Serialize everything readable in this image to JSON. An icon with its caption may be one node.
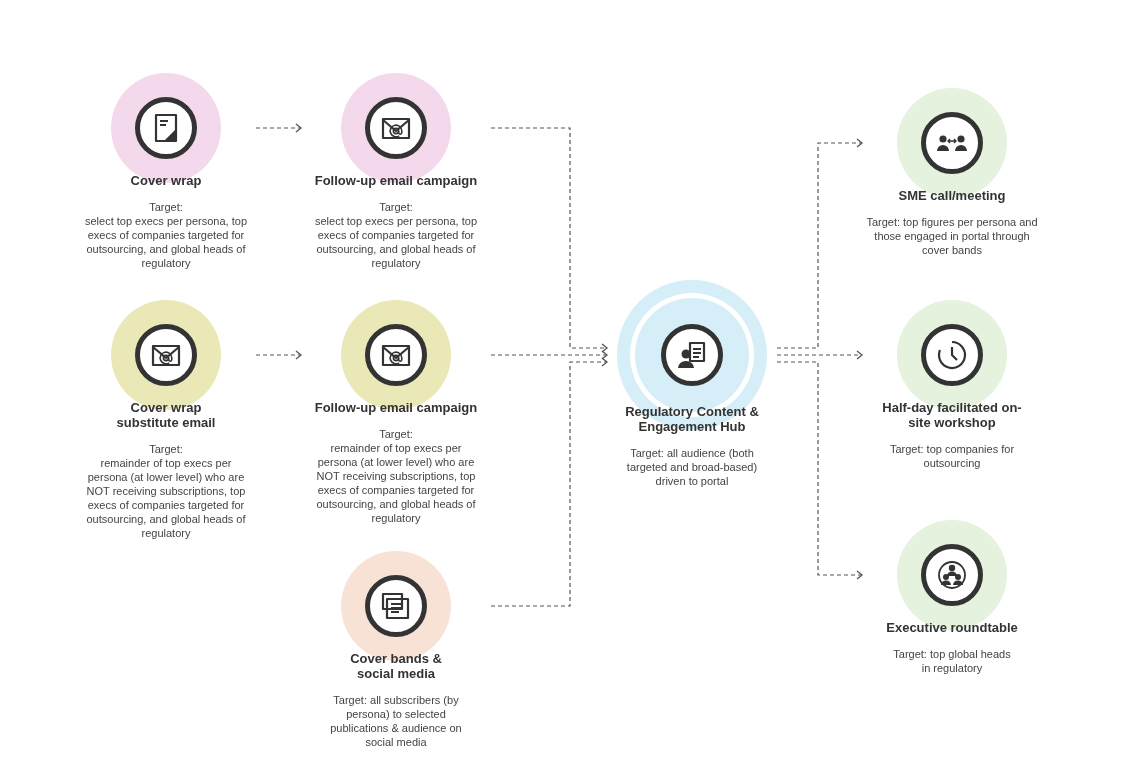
{
  "diagram": {
    "nodes": [
      {
        "text": [
          "Cover wrap",
          "Target:",
          "select top execs per persona, top execs of companies targeted for outsourcing, and global heads of regulatory"
        ]
      },
      {
        "text": [
          "Follow-up email campaign",
          "Target:",
          "select top execs per persona, top execs of companies targeted for outsourcing, and global heads of regulatory"
        ]
      },
      {
        "text": [
          "Cover wrap substitute email",
          "Target:",
          "remainder of top execs per persona (at lower level) who are NOT receiving subscriptions, top execs of companies targeted for outsourcing, and global heads of regulatory"
        ]
      },
      {
        "text": [
          "Follow-up email campaign",
          "Target:",
          "remainder of top execs per persona (at lower level) who are NOT receiving subscriptions, top execs of companies targeted for outsourcing, and global heads of regulatory"
        ]
      },
      {
        "text": [
          "Cover bands & social media",
          "Target: all subscribers (by persona) to selected publications & audience on social media"
        ]
      },
      {
        "text": [
          "Regulatory Content & Engagement Hub",
          "Target: all audience (both targeted and broad-based) driven to portal"
        ]
      },
      {
        "text": [
          "SME call/meeting",
          "Target: top figures per persona and those engaged in portal through cover bands"
        ]
      },
      {
        "text": [
          "Half-day facilitated on-site workshop",
          "Target: top companies for outsourcing"
        ]
      },
      {
        "text": [
          "Executive roundtable",
          "Target: top global heads in regulatory"
        ]
      }
    ],
    "edges": [
      {
        "from": 0,
        "to": 1,
        "arrow": "to",
        "style": "dashed"
      },
      {
        "from": 1,
        "to": 5,
        "arrow": "to",
        "style": "dashed"
      },
      {
        "from": 2,
        "to": 3,
        "arrow": "to",
        "style": "dashed"
      },
      {
        "from": 3,
        "to": 5,
        "arrow": "to",
        "style": "dashed"
      },
      {
        "from": 4,
        "to": 5,
        "arrow": "to",
        "style": "dashed"
      },
      {
        "from": 5,
        "to": 6,
        "arrow": "to",
        "style": "dashed"
      },
      {
        "from": 5,
        "to": 7,
        "arrow": "to",
        "style": "dashed"
      },
      {
        "from": 5,
        "to": 8,
        "arrow": "to",
        "style": "dashed"
      }
    ]
  }
}
